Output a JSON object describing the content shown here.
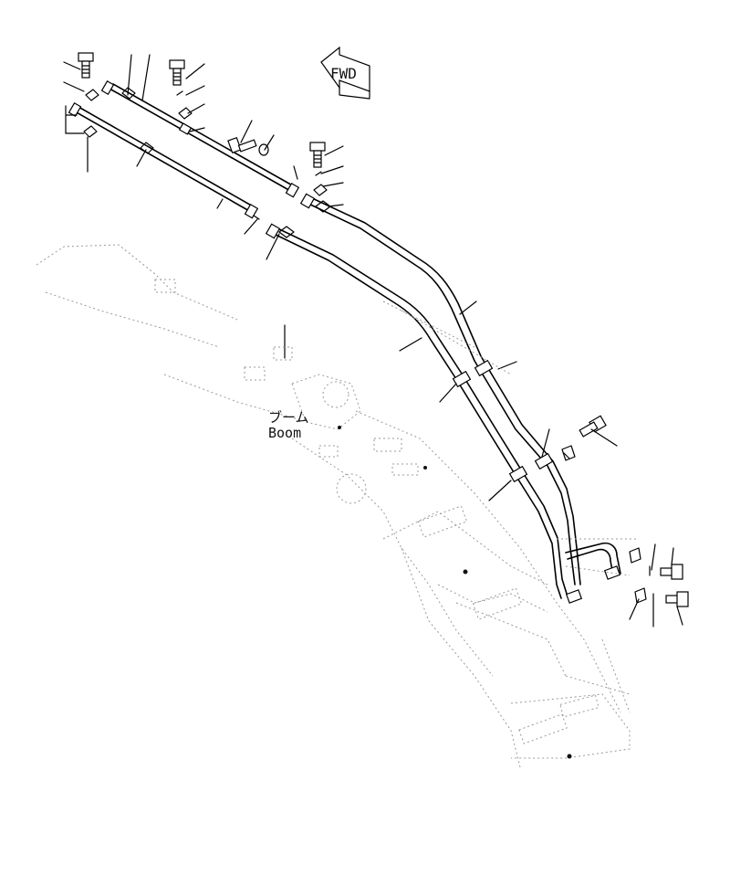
{
  "forward_badge": {
    "text": "FWD"
  },
  "boom_label": {
    "japanese": "ブーム",
    "english": "Boom"
  }
}
